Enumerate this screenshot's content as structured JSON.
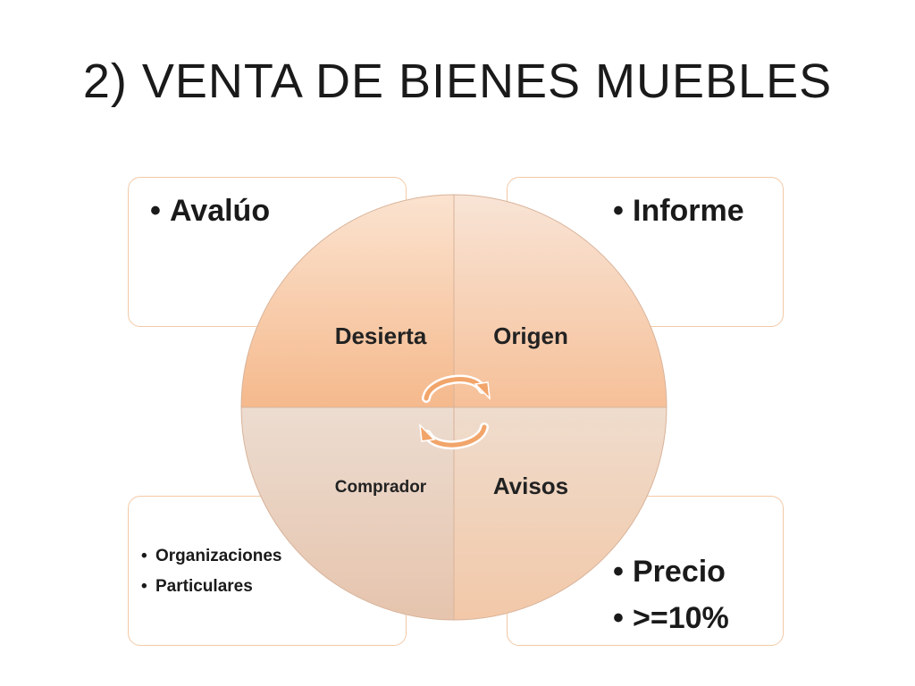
{
  "title": "2) VENTA DE BIENES MUEBLES",
  "boxes": {
    "top_left": [
      "Avalúo"
    ],
    "top_right": [
      "Informe"
    ],
    "bottom_left": [
      "Organizaciones",
      "Particulares"
    ],
    "bottom_right": [
      "Precio",
      ">=10%"
    ]
  },
  "segments": {
    "top_left": "Desierta",
    "top_right": "Origen",
    "bottom_left": "Comprador",
    "bottom_right": "Avisos"
  },
  "colors": {
    "quadrant_top": "#f7b98a",
    "quadrant_bottom": "#e8cdbb",
    "box_border": "#f3c9a6",
    "arrow": "#f2a56a"
  },
  "icons": [
    "cycle-arrow-icon",
    "cycle-arrow-icon"
  ]
}
